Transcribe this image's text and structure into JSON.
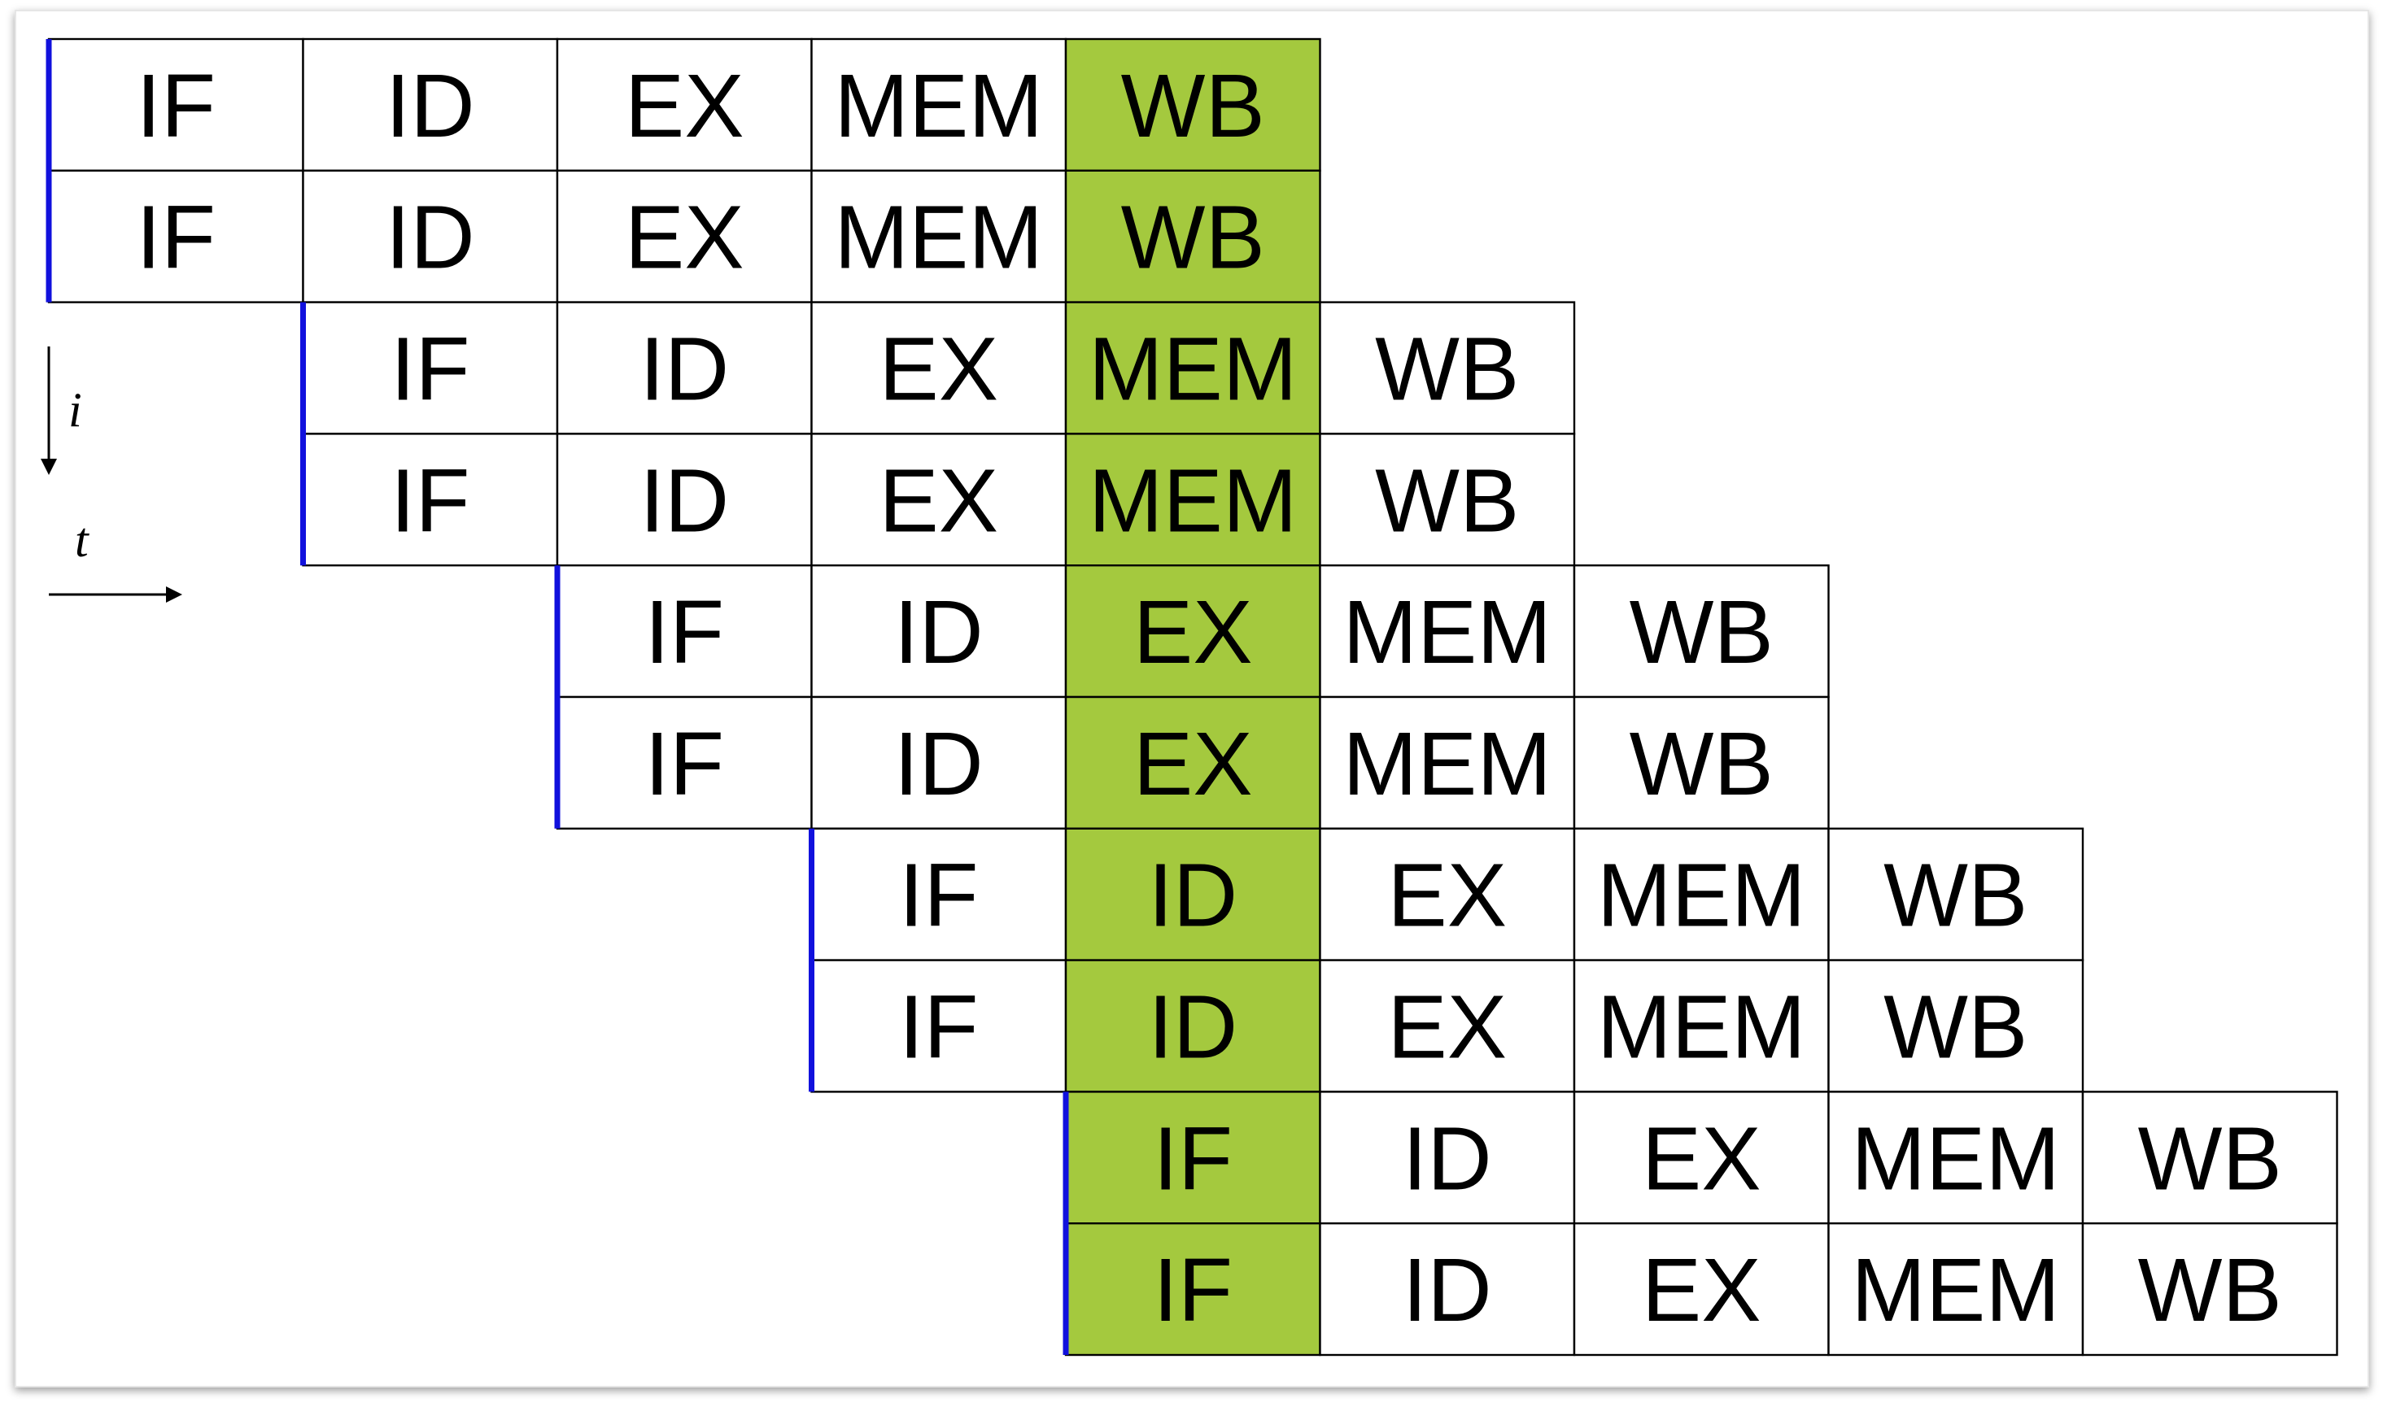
{
  "diagram": {
    "stages": [
      "IF",
      "ID",
      "EX",
      "MEM",
      "WB"
    ],
    "instructions_per_group": 2,
    "group_count": 5,
    "highlighted_column": 5,
    "colors": {
      "highlight": "#a4c93e",
      "cell_fill": "#ffffff",
      "cell_border": "#000000",
      "start_marker": "#1111dd"
    },
    "axes": {
      "instruction_label": "i",
      "time_label": "t"
    }
  }
}
